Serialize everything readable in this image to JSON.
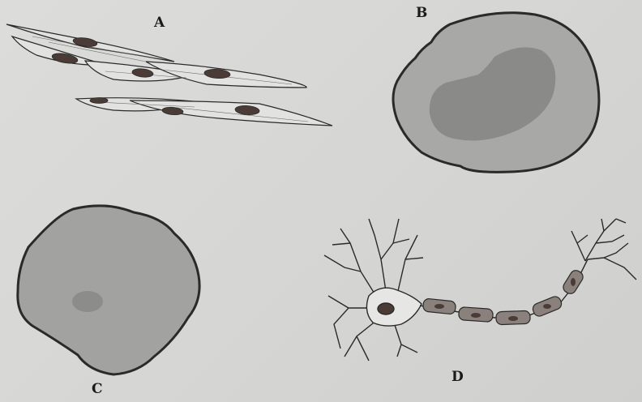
{
  "figure": {
    "labels": {
      "a": "A",
      "b": "B",
      "c": "C",
      "d": "D"
    }
  },
  "colors": {
    "outline": "#2a2a2a",
    "cytoplasm": "#9c9c9a",
    "nucleus_dark": "#4a3b37",
    "nucleus_soft": "#7a7a78",
    "myelin": "#8a807c"
  },
  "panels": [
    {
      "label": "A",
      "subject": "spindle-shaped-cells"
    },
    {
      "label": "B",
      "subject": "cell-with-kidney-shaped-nucleus"
    },
    {
      "label": "C",
      "subject": "irregular-flat-cell"
    },
    {
      "label": "D",
      "subject": "neuron-with-myelinated-axon"
    }
  ]
}
